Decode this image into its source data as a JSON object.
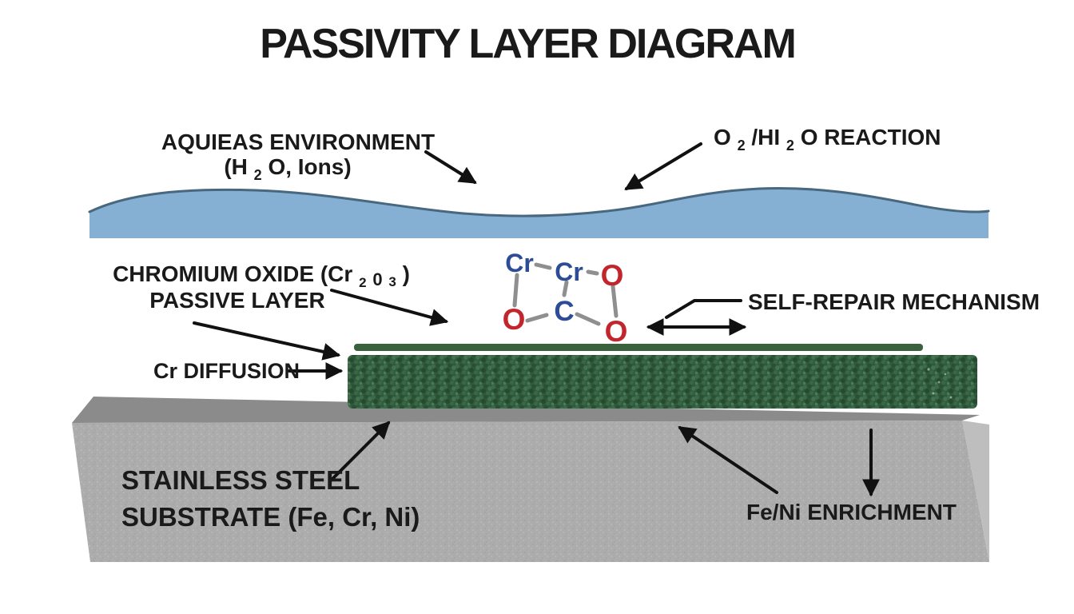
{
  "title": "PASSIVITY LAYER DIAGRAM",
  "labels": {
    "environment": {
      "line1": "AQUIEAS ENVIRONMENT",
      "line2_pre": "(H",
      "line2_sub": "2",
      "line2_post": "O, Ions)"
    },
    "reaction": {
      "pre": "O",
      "sub1": "2",
      "mid": "/HI",
      "sub2": "2",
      "post": "O REACTION"
    },
    "oxide": {
      "line1_pre": "CHROMIUM OXIDE (Cr",
      "line1_sub1": "2",
      "line1_mid": "0",
      "line1_sub2": "3",
      "line1_post": ")",
      "line2": "PASSIVE LAYER"
    },
    "self_repair": "SELF-REPAIR MECHANISM",
    "cr_diffusion": "Cr DIFFUSION",
    "substrate": {
      "line1": "STAINLESS STEEL",
      "line2": "SUBSTRATE (Fe, Cr, Ni)"
    },
    "enrichment": "Fe/Ni ENRICHMENT"
  },
  "molecule": {
    "atoms": [
      {
        "symbol": "Cr"
      },
      {
        "symbol": "Cr"
      },
      {
        "symbol": "O"
      },
      {
        "symbol": "O"
      },
      {
        "symbol": "C"
      },
      {
        "symbol": "O"
      }
    ]
  },
  "colors": {
    "water_fill": "#85AFD3",
    "water_outline": "#47687F",
    "oxide_bar": "#39613E",
    "oxide_layer_base": "#2E5A3B",
    "substrate_top": "#8B8B8B",
    "substrate_front": "#ACACAC",
    "substrate_side": "#BEBEBE",
    "atom_blue": "#2C4D96",
    "atom_red": "#C2262C",
    "bond_gray": "#8F8F8F",
    "arrow_black": "#111111",
    "text_black": "#1A1A1A"
  }
}
